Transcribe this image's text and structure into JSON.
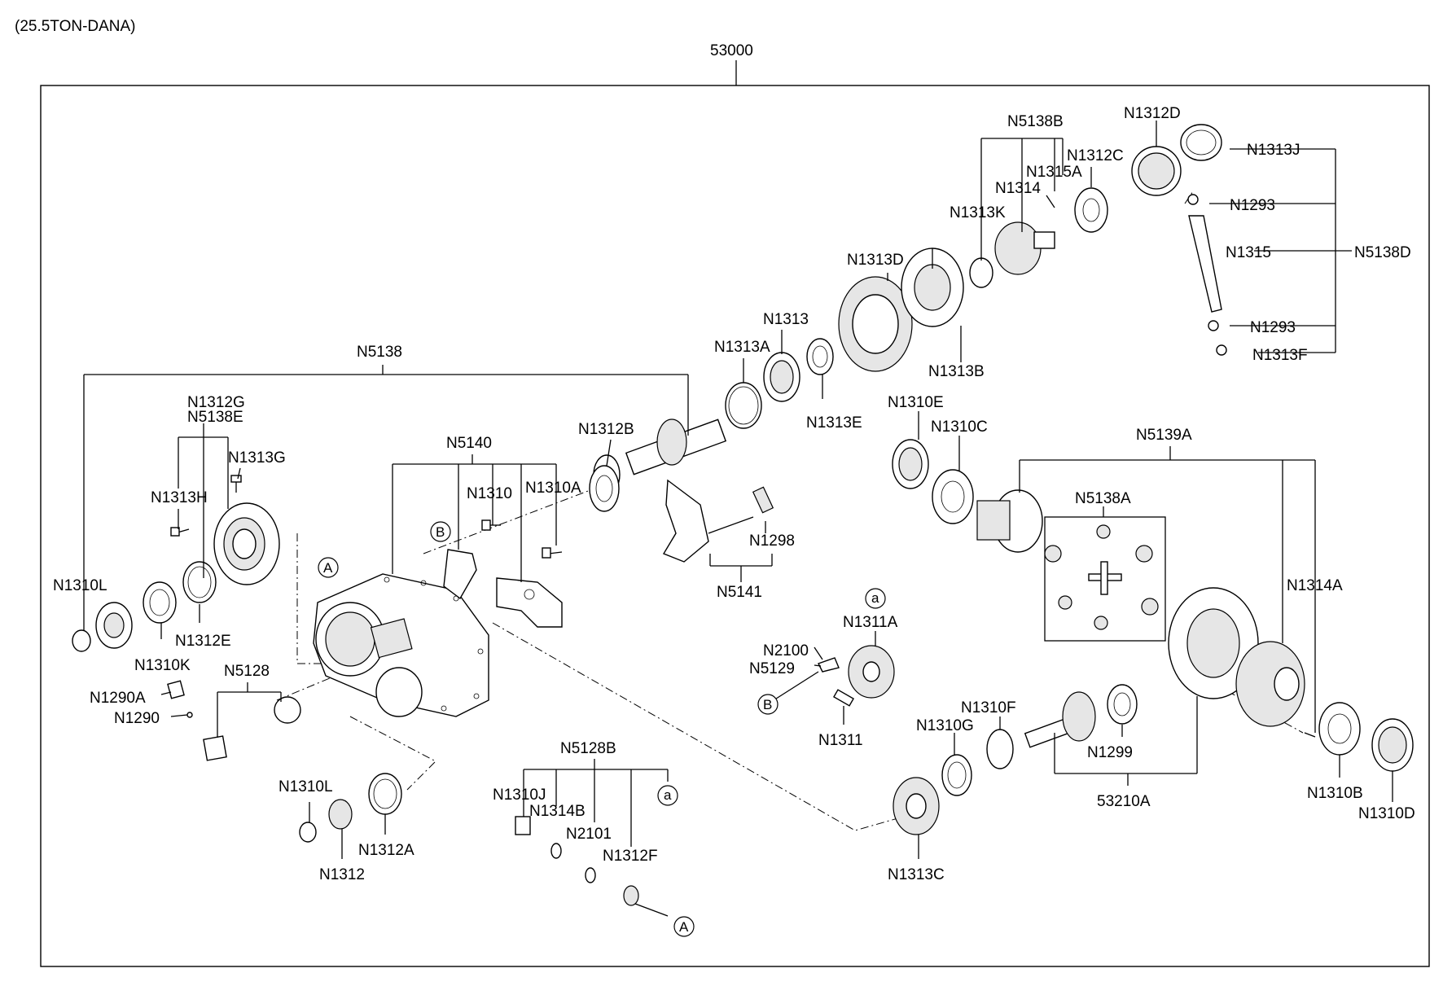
{
  "header": {
    "variant": "(25.5TON-DANA)",
    "assembly_number": "53000"
  },
  "callouts": {
    "A": "A",
    "B": "B",
    "a": "a"
  },
  "labels": {
    "N5138B": "N5138B",
    "N1312D": "N1312D",
    "N1312C": "N1312C",
    "N1313J": "N1313J",
    "N1315A": "N1315A",
    "N1314": "N1314",
    "N1313K": "N1313K",
    "N1293_top": "N1293",
    "N1315": "N1315",
    "N5138D": "N5138D",
    "N1313D": "N1313D",
    "N1293_bot": "N1293",
    "N1313F": "N1313F",
    "N1313": "N1313",
    "N1313A": "N1313A",
    "N1313B": "N1313B",
    "N5138": "N5138",
    "N1313E": "N1313E",
    "N1312G": "N1312G",
    "N5138E": "N5138E",
    "N1310E": "N1310E",
    "N1310C": "N1310C",
    "N5139A": "N5139A",
    "N1312B": "N1312B",
    "N5140": "N5140",
    "N1313G": "N1313G",
    "N1313H": "N1313H",
    "N1310": "N1310",
    "N1310A": "N1310A",
    "N5138A": "N5138A",
    "N1298": "N1298",
    "N1310L_left": "N1310L",
    "N5141": "N5141",
    "N1314A": "N1314A",
    "N1312E": "N1312E",
    "N1310K": "N1310K",
    "N1311A": "N1311A",
    "N2100": "N2100",
    "N5129": "N5129",
    "N5128": "N5128",
    "N1290A": "N1290A",
    "N1290": "N1290",
    "N1311": "N1311",
    "N1310F": "N1310F",
    "N1310G": "N1310G",
    "N1299": "N1299",
    "N5128B": "N5128B",
    "N1310L_bottom": "N1310L",
    "N1310J": "N1310J",
    "N1314B": "N1314B",
    "N2101": "N2101",
    "N1312F": "N1312F",
    "N1312A": "N1312A",
    "N1312": "N1312",
    "N1310B": "N1310B",
    "53210A": "53210A",
    "N1310D": "N1310D",
    "N1313C": "N1313C"
  }
}
